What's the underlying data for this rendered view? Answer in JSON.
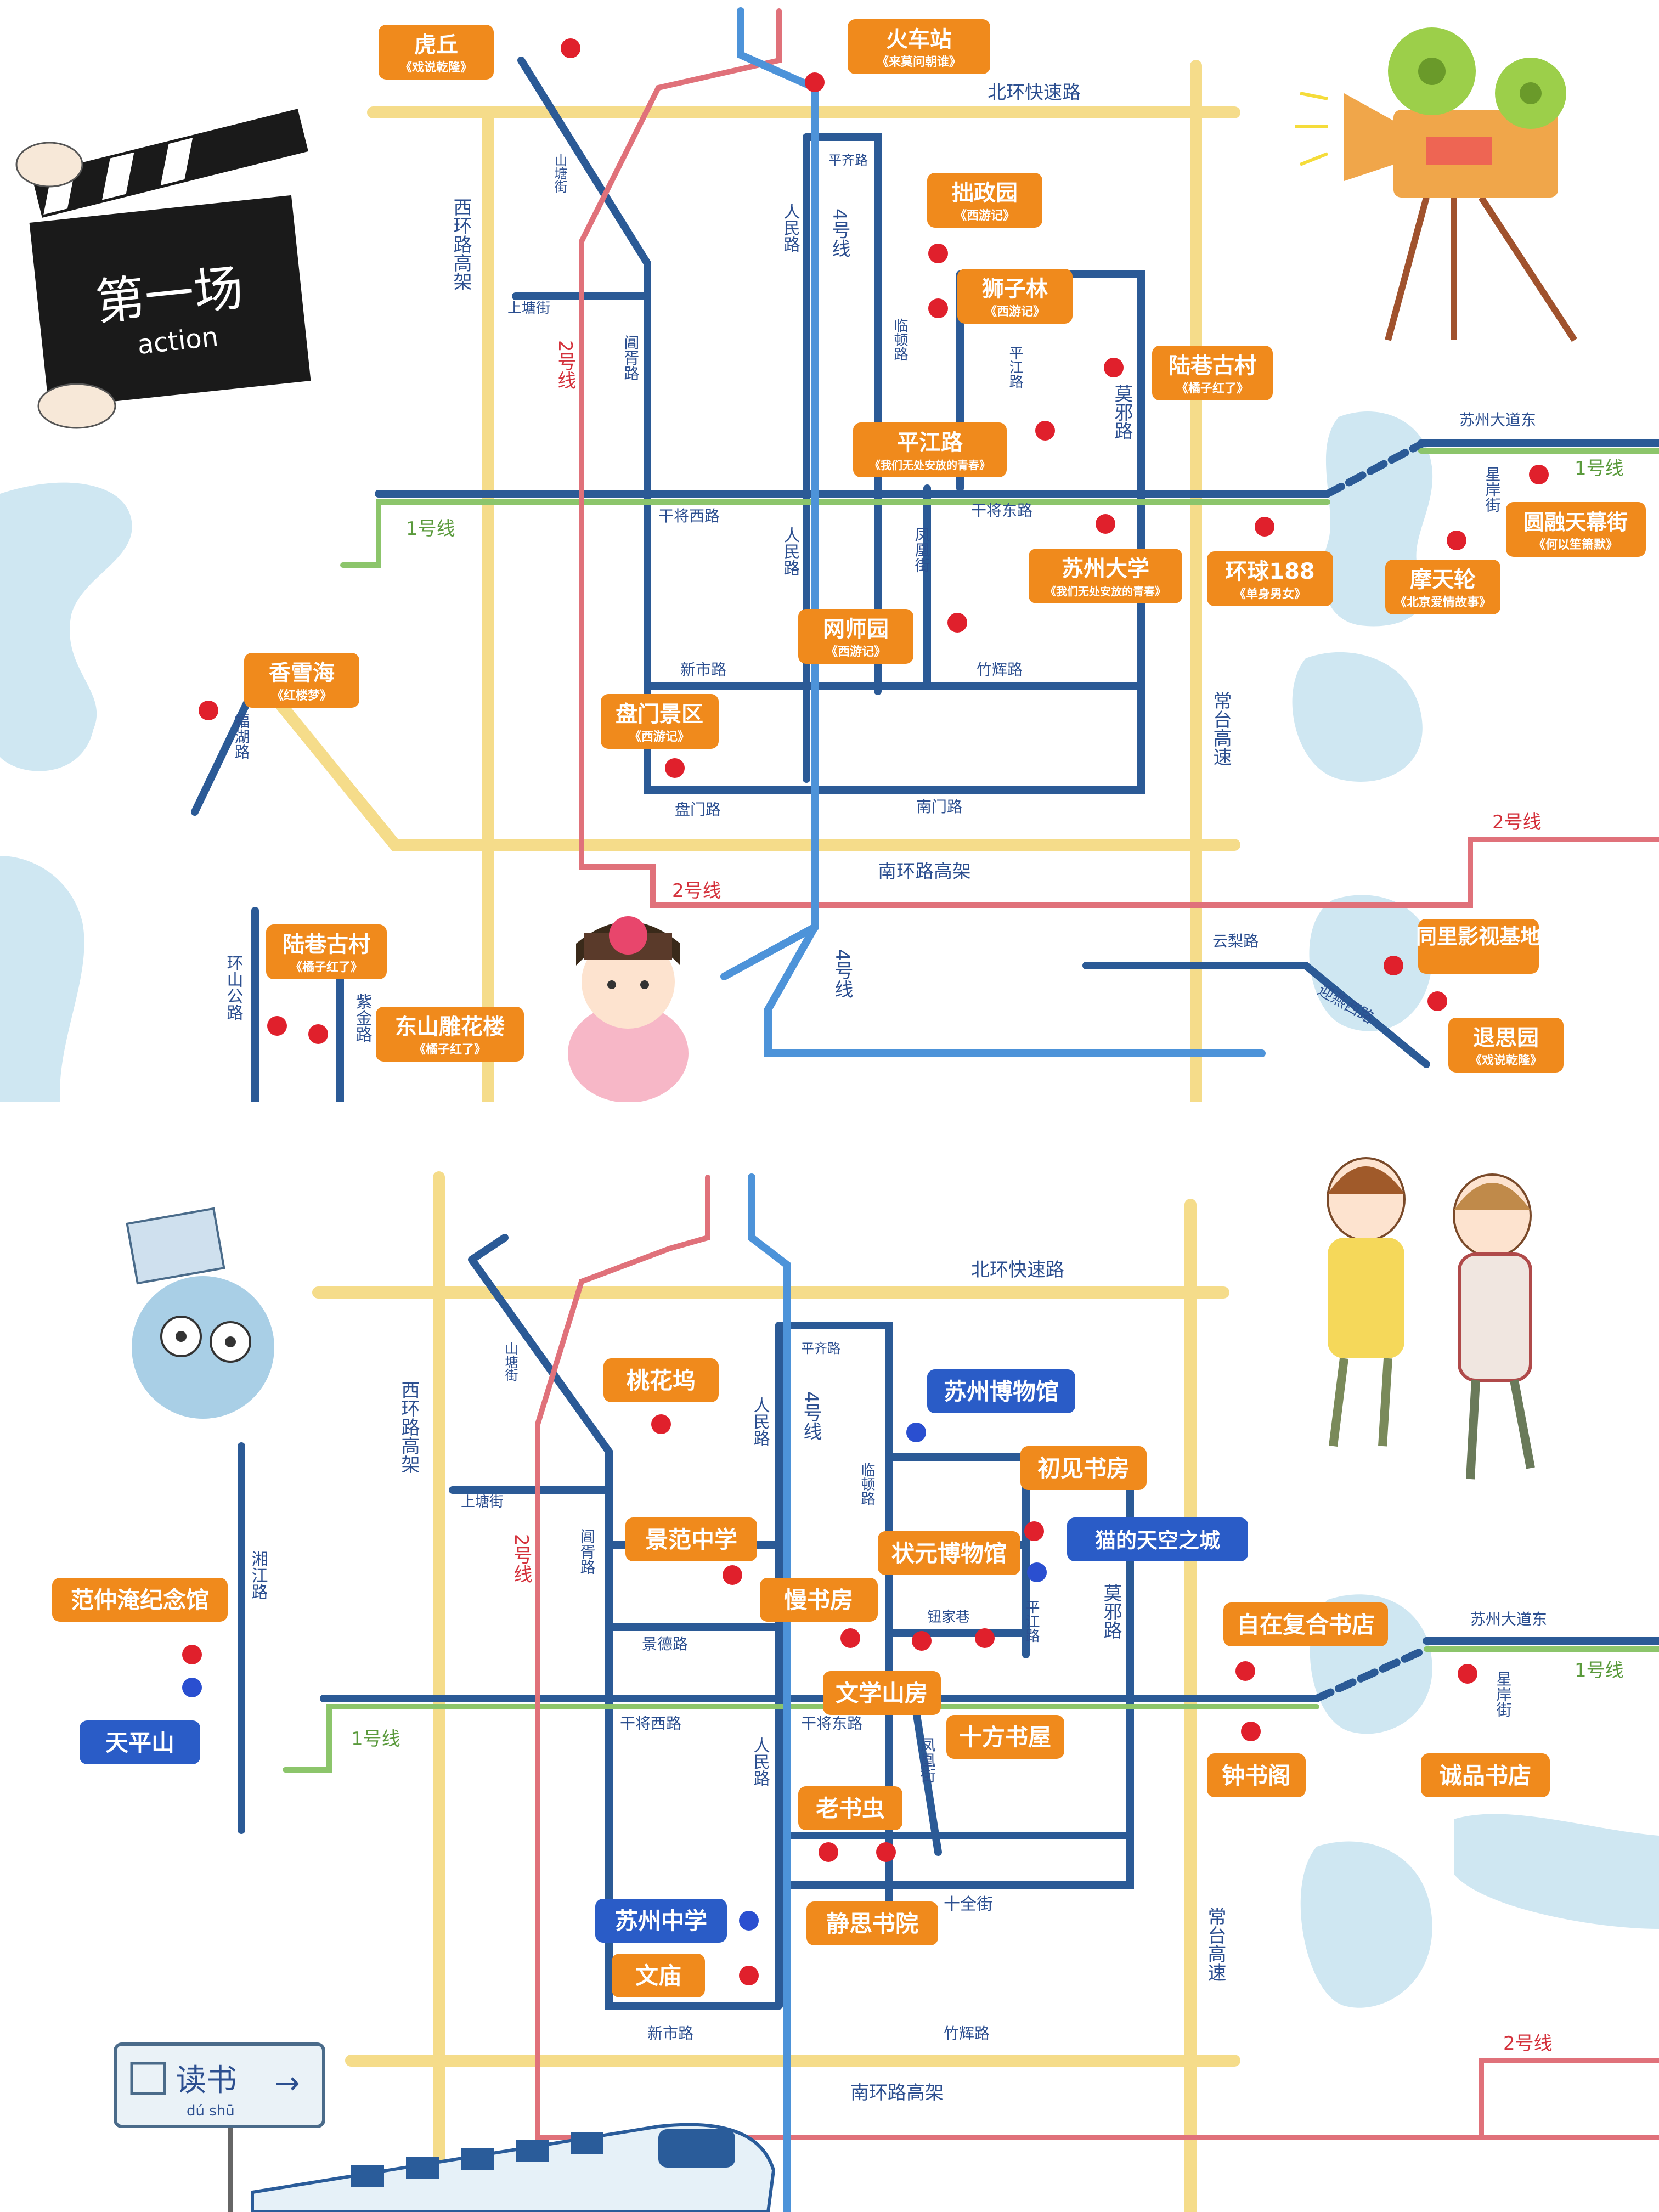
{
  "map1": {
    "roads": {
      "north_ring": "北环快速路",
      "south_ring": "南环路高架",
      "west_ring": "西环路高架",
      "changtai": "常台高速",
      "pingsi": "平齐路",
      "renmin_n": "人民路",
      "renmin_s": "人民路",
      "shantang": "山塘街",
      "shangtang": "上塘街",
      "changxu": "阊胥路",
      "lindun": "临顿路",
      "pingjiang": "平江路",
      "xiangmen": "莫邪路",
      "ganjiang_w": "干将西路",
      "ganjiang_e": "干将东路",
      "fenghuang": "凤凰街",
      "xinshi": "新市路",
      "zhuhui": "竹辉路",
      "panmen": "盘门路",
      "nanmen": "南门路",
      "fuxu": "福湖路",
      "huanshan": "环山公路",
      "zijin": "紫金路",
      "yunli": "云梨路",
      "yingchun": "迎燕西路",
      "suzhou_ave": "苏州大道东",
      "xingan": "星岸街"
    },
    "lines": {
      "line1": "1号线",
      "line1_e": "1号线",
      "line2": "2号线",
      "line2_s": "2号线",
      "line2_e": "2号线",
      "line4": "4号线",
      "line4_s": "4号线"
    },
    "clapper_text": "第一场",
    "clapper_sub": "action",
    "pois": [
      {
        "name": "虎丘",
        "sub": "《戏说乾隆》"
      },
      {
        "name": "火车站",
        "sub": "《来莫问朝谁》"
      },
      {
        "name": "拙政园",
        "sub": "《西游记》"
      },
      {
        "name": "狮子林",
        "sub": "《西游记》"
      },
      {
        "name": "陆巷古村",
        "sub": "《橘子红了》"
      },
      {
        "name": "平江路",
        "sub": "《我们无处安放的青春》"
      },
      {
        "name": "苏州大学",
        "sub": "《我们无处安放的青春》"
      },
      {
        "name": "环球188",
        "sub": "《单身男女》"
      },
      {
        "name": "圆融天幕街",
        "sub": "《何以笙箫默》"
      },
      {
        "name": "摩天轮",
        "sub": "《北京爱情故事》"
      },
      {
        "name": "网师园",
        "sub": "《西游记》"
      },
      {
        "name": "香雪海",
        "sub": "《红楼梦》"
      },
      {
        "name": "盘门景区",
        "sub": "《西游记》"
      },
      {
        "name": "陆巷古村",
        "sub": "《橘子红了》"
      },
      {
        "name": "东山雕花楼",
        "sub": "《橘子红了》"
      },
      {
        "name": "同里影视基地",
        "sub": ""
      },
      {
        "name": "退思园",
        "sub": "《戏说乾隆》"
      }
    ]
  },
  "map2": {
    "roads": {
      "north_ring": "北环快速路",
      "south_ring": "南环路高架",
      "west_ring": "西环路高架",
      "changtai": "常台高速",
      "pingsi": "平齐路",
      "renmin_n": "人民路",
      "renmin_s": "人民路",
      "shantang": "山塘街",
      "shangtang": "上塘街",
      "changxu": "阊胥路",
      "lindun": "临顿路",
      "pingjiang": "平江路",
      "xiangmen": "莫邪路",
      "ganjiang_w": "干将西路",
      "ganjiang_e": "干将东路",
      "fenghuang": "凤凰街",
      "jingde": "景德路",
      "niujia": "钮家巷",
      "shiquan": "十全街",
      "xinshi": "新市路",
      "zhuhui": "竹辉路",
      "xiangjiang": "湘江路",
      "suzhou_ave": "苏州大道东",
      "xingan": "星岸街"
    },
    "lines": {
      "line1": "1号线",
      "line1_e": "1号线",
      "line2": "2号线",
      "line2_e": "2号线",
      "line4": "4号线"
    },
    "sign_text": "读书",
    "sign_pinyin": "dú shū",
    "pois_orange": [
      "桃花坞",
      "初见书房",
      "景范中学",
      "状元博物馆",
      "慢书房",
      "文学山房",
      "十方书屋",
      "自在复合书店",
      "钟书阁",
      "诚品书店",
      "范仲淹纪念馆",
      "老书虫",
      "静思书院",
      "文庙"
    ],
    "pois_blue": [
      "苏州博物馆",
      "猫的天空之城",
      "天平山",
      "苏州中学"
    ]
  },
  "colors": {
    "yellow_road": "#f5dc8a",
    "blue_road": "#2b5a96",
    "line1": "#8cc56b",
    "line2": "#e0717a",
    "line4": "#4d93d9",
    "orange_tag": "#f08a1c",
    "blue_tag": "#2a5cc7",
    "dot_red": "#e0202c",
    "dot_blue": "#2a4fd0",
    "water": "#cfe7f2",
    "label_blue": "#2c4f90",
    "label_red": "#d4323c"
  }
}
